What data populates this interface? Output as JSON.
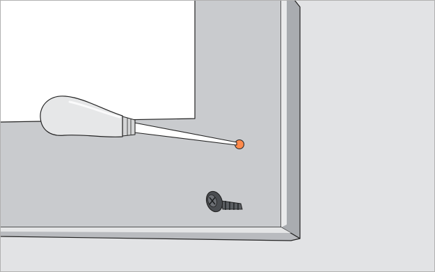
{
  "illustration": {
    "objects": [
      "wall",
      "panel-frame",
      "picture-area",
      "awl-tool",
      "pilot-hole-marker",
      "screw"
    ],
    "icons": {
      "tool": "awl-icon",
      "marker": "pilot-hole-marker",
      "fastener": "screw-icon"
    },
    "colors": {
      "wall": "#e2e3e5",
      "panel": "#c9cbce",
      "panel_edge": "#a9acb0",
      "panel_edge_light": "#e9eaeb",
      "picture_area": "#ffffff",
      "outline": "#222222",
      "tool_handle": "#e6e7e8",
      "marker": "#ff8a4c",
      "screw": "#5b5e62",
      "border": "#b0b0b0"
    }
  }
}
